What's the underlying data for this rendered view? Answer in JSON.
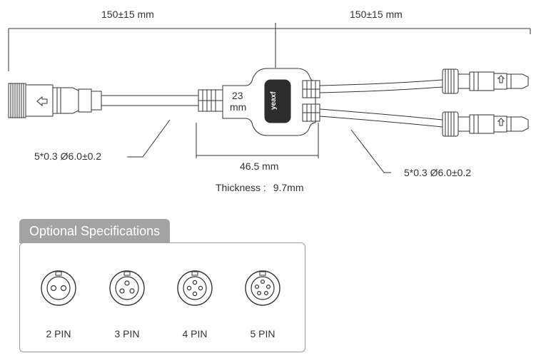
{
  "dimensions": {
    "left_length": "150±15 mm",
    "right_length": "150±15 mm",
    "body_width": "46.5 mm",
    "body_height_value": "23",
    "body_height_unit": "mm",
    "thickness_label": "Thickness :",
    "thickness_value": "9.7mm",
    "left_cable_spec": "5*0.3 Ø6.0±0.2",
    "right_cable_spec": "5*0.3 Ø6.0±0.2"
  },
  "brand": "yeaxf",
  "specs": {
    "title": "Optional Specifications",
    "pins": [
      {
        "label": "2 PIN",
        "count": 2
      },
      {
        "label": "3 PIN",
        "count": 3
      },
      {
        "label": "4 PIN",
        "count": 4
      },
      {
        "label": "5 PIN",
        "count": 5
      }
    ]
  },
  "colors": {
    "line": "#333333",
    "tab": "#a3a3a3",
    "panel_border": "#9a9a9a"
  }
}
